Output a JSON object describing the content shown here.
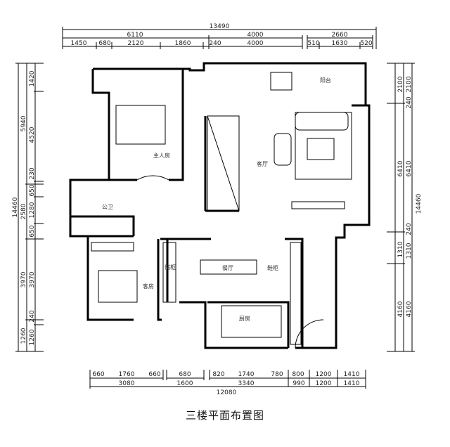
{
  "title": "三楼平面布置图",
  "dimensions": {
    "top_total": "13490",
    "top_row2": [
      "6110",
      "4000",
      "2660"
    ],
    "top_row3": [
      "1450",
      "680",
      "2120",
      "1860",
      "240",
      "4000",
      "510",
      "1630",
      "520"
    ],
    "bottom_row1": [
      "660",
      "1760",
      "660",
      "680",
      "820",
      "1740",
      "780",
      "800",
      "1200",
      "1410"
    ],
    "bottom_row2": [
      "3080",
      "1600",
      "3340",
      "990",
      "1200",
      "1410"
    ],
    "bottom_total": "12080",
    "left_outer": "14460",
    "left_mid": [
      "5940",
      "2580",
      "3970",
      "1260"
    ],
    "left_inner": [
      "1420",
      "4520",
      "230",
      "650",
      "1280",
      "650",
      "3970",
      "240",
      "1260"
    ],
    "right_outer": "14460",
    "right_mid": [
      "2100",
      "6410",
      "1310",
      "4160"
    ],
    "right_inner": [
      "2100",
      "240",
      "6410",
      "240",
      "1310",
      "4160"
    ]
  },
  "rooms": {
    "master": "主人房",
    "living": "客厅",
    "balcony": "阳台",
    "bath": "公卫",
    "guest": "客房",
    "dining": "餐厅",
    "cabinet": "储柜",
    "shoe": "鞋柜",
    "kitchen": "厨房"
  }
}
